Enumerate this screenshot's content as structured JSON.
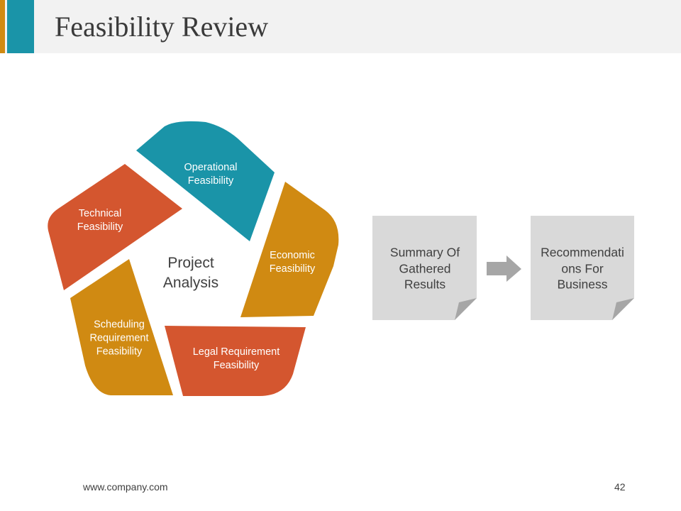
{
  "title": "Feasibility Review",
  "center_label": "Project\nAnalysis",
  "segments": [
    {
      "label": "Operational\nFeasibility",
      "color": "#1a94a8"
    },
    {
      "label": "Economic\nFeasibility",
      "color": "#d08a12"
    },
    {
      "label": "Legal Requirement\nFeasibility",
      "color": "#d4562f"
    },
    {
      "label": "Scheduling\nRequirement\nFeasibility",
      "color": "#d08a12"
    },
    {
      "label": "Technical\nFeasibility",
      "color": "#d4562f"
    }
  ],
  "notes": [
    {
      "text": "Summary Of\nGathered\nResults"
    },
    {
      "text": "Recommendati\nons For\nBusiness"
    }
  ],
  "footer": {
    "url": "www.company.com",
    "page_number": "42"
  },
  "colors": {
    "teal": "#1a94a8",
    "orange": "#d08a12",
    "red_orange": "#d4562f",
    "note_gray": "#d9d9d9",
    "arrow_gray": "#a6a6a6"
  }
}
